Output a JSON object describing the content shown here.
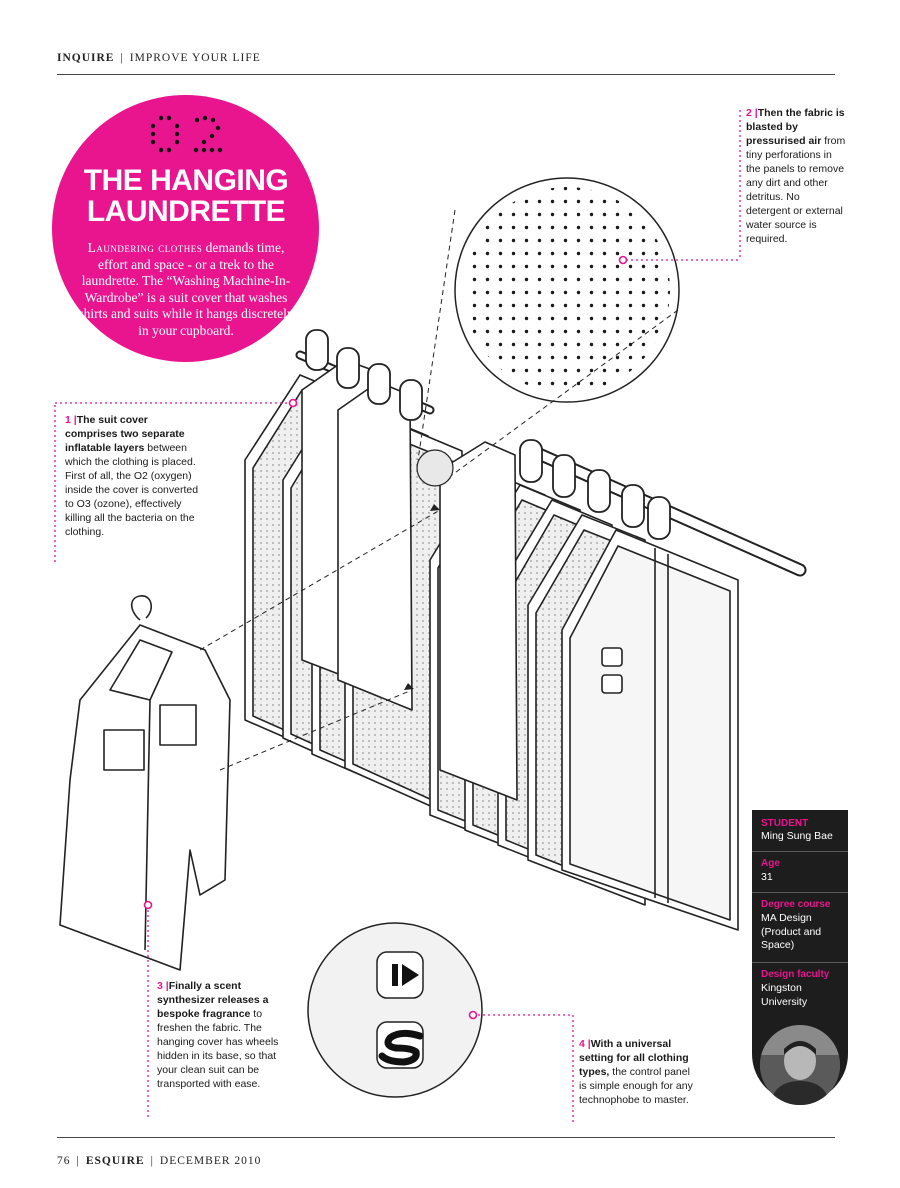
{
  "header": {
    "section": "INQUIRE",
    "subsection": "IMPROVE YOUR LIFE"
  },
  "feature": {
    "number": "02",
    "title_line1": "THE HANGING",
    "title_line2": "LAUNDRETTE",
    "intro_lead": "Laundering clothes",
    "intro_rest": " demands time, effort and space -  or a trek to the laundrette. The “Washing Machine-In-Wardrobe” is a suit cover that washes shirts and suits while it hangs discretely in your cupboard."
  },
  "callouts": [
    {
      "num": "1 |",
      "bold": "The suit cover comprises two separate inflatable layers",
      "text": " between which the clothing is placed. First of all, the O2 (oxygen) inside the cover is converted to O3 (ozone), effectively killing all the bacteria on the clothing."
    },
    {
      "num": "2 |",
      "bold": "Then the fabric is blasted by pressurised air",
      "text": " from tiny perforations in the panels to remove any dirt and other detritus. No detergent or external water source is required."
    },
    {
      "num": "3 |",
      "bold": "Finally a scent synthesizer releases a bespoke fragrance",
      "text": " to freshen the fabric. The hanging cover has wheels hidden in its base, so that your clean suit can be transported with ease."
    },
    {
      "num": "4 |",
      "bold": "With a universal setting for all clothing types,",
      "text": " the control panel is simple enough for any technophobe to master."
    }
  ],
  "student": {
    "label_student": "STUDENT",
    "name": "Ming Sung Bae",
    "label_age": "Age",
    "age": "31",
    "label_degree": "Degree course",
    "degree": "MA Design (Product and Space)",
    "label_faculty": "Design faculty",
    "faculty": "Kingston University"
  },
  "control_panel": {
    "play_icon": "play-icon",
    "s_label": "S"
  },
  "footer": {
    "page": "76",
    "magazine": "ESQUIRE",
    "date": "DECEMBER 2010"
  },
  "colors": {
    "accent": "#e8158e",
    "panel": "#1d1d1d"
  }
}
